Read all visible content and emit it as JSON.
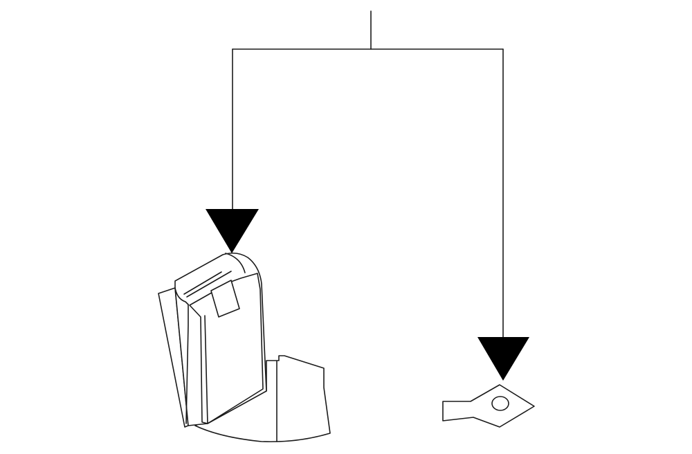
{
  "diagram": {
    "type": "exploded-parts-diagram",
    "background_color": "#ffffff",
    "line_color": "#1a1a1a",
    "arrow_color": "#000000",
    "parts": [
      {
        "id": "part-1",
        "icon": "trim-panel-icon"
      },
      {
        "id": "part-2",
        "icon": "bracket-clip-icon"
      }
    ]
  }
}
